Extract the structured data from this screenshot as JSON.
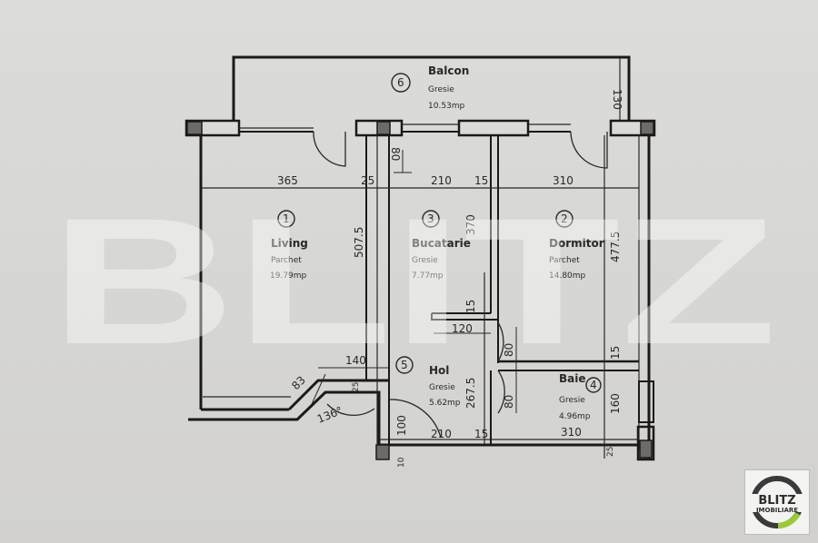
{
  "plan": {
    "rooms": [
      {
        "number": "1",
        "name": "Living",
        "floor": "Parchet",
        "area": "19.79mp"
      },
      {
        "number": "2",
        "name": "Dormitor",
        "floor": "Parchet",
        "area": "14.80mp"
      },
      {
        "number": "3",
        "name": "Bucatarie",
        "floor": "Gresie",
        "area": "7.77mp"
      },
      {
        "number": "4",
        "name": "Baie",
        "floor": "Gresie",
        "area": "4.96mp"
      },
      {
        "number": "5",
        "name": "Hol",
        "floor": "Gresie",
        "area": "5.62mp"
      },
      {
        "number": "6",
        "name": "Balcon",
        "floor": "Gresie",
        "area": "10.53mp"
      }
    ],
    "dimensions": {
      "living_width": "365",
      "wall_25_top": "25",
      "kitchen_width": "210",
      "wall_15_top": "15",
      "bedroom_width": "310",
      "balcony_depth": "130",
      "kitchen_door": "80",
      "living_depth": "507.5",
      "kitchen_depth": "370",
      "bedroom_depth": "477.5",
      "kitchen_wall_15": "15",
      "hall_120": "120",
      "bedroom_door": "80",
      "bedroom_wall_15": "15",
      "hall_140": "140",
      "hall_depth": "267.5",
      "bath_door": "80",
      "bath_depth": "160",
      "bath_width": "310",
      "hall_width": "210",
      "hall_wall_15": "15",
      "entry_door": "100",
      "angled_83": "83",
      "angle": "136°",
      "wall_25_side": "25",
      "bottom_25": "25",
      "bottom_10": "10"
    }
  },
  "watermark": {
    "text": "BLITZ"
  },
  "logo": {
    "line1": "BLITZ",
    "line2": "IMOBILIARE",
    "ring_color": "#3a3a3a",
    "accent_color": "#9acd32"
  }
}
